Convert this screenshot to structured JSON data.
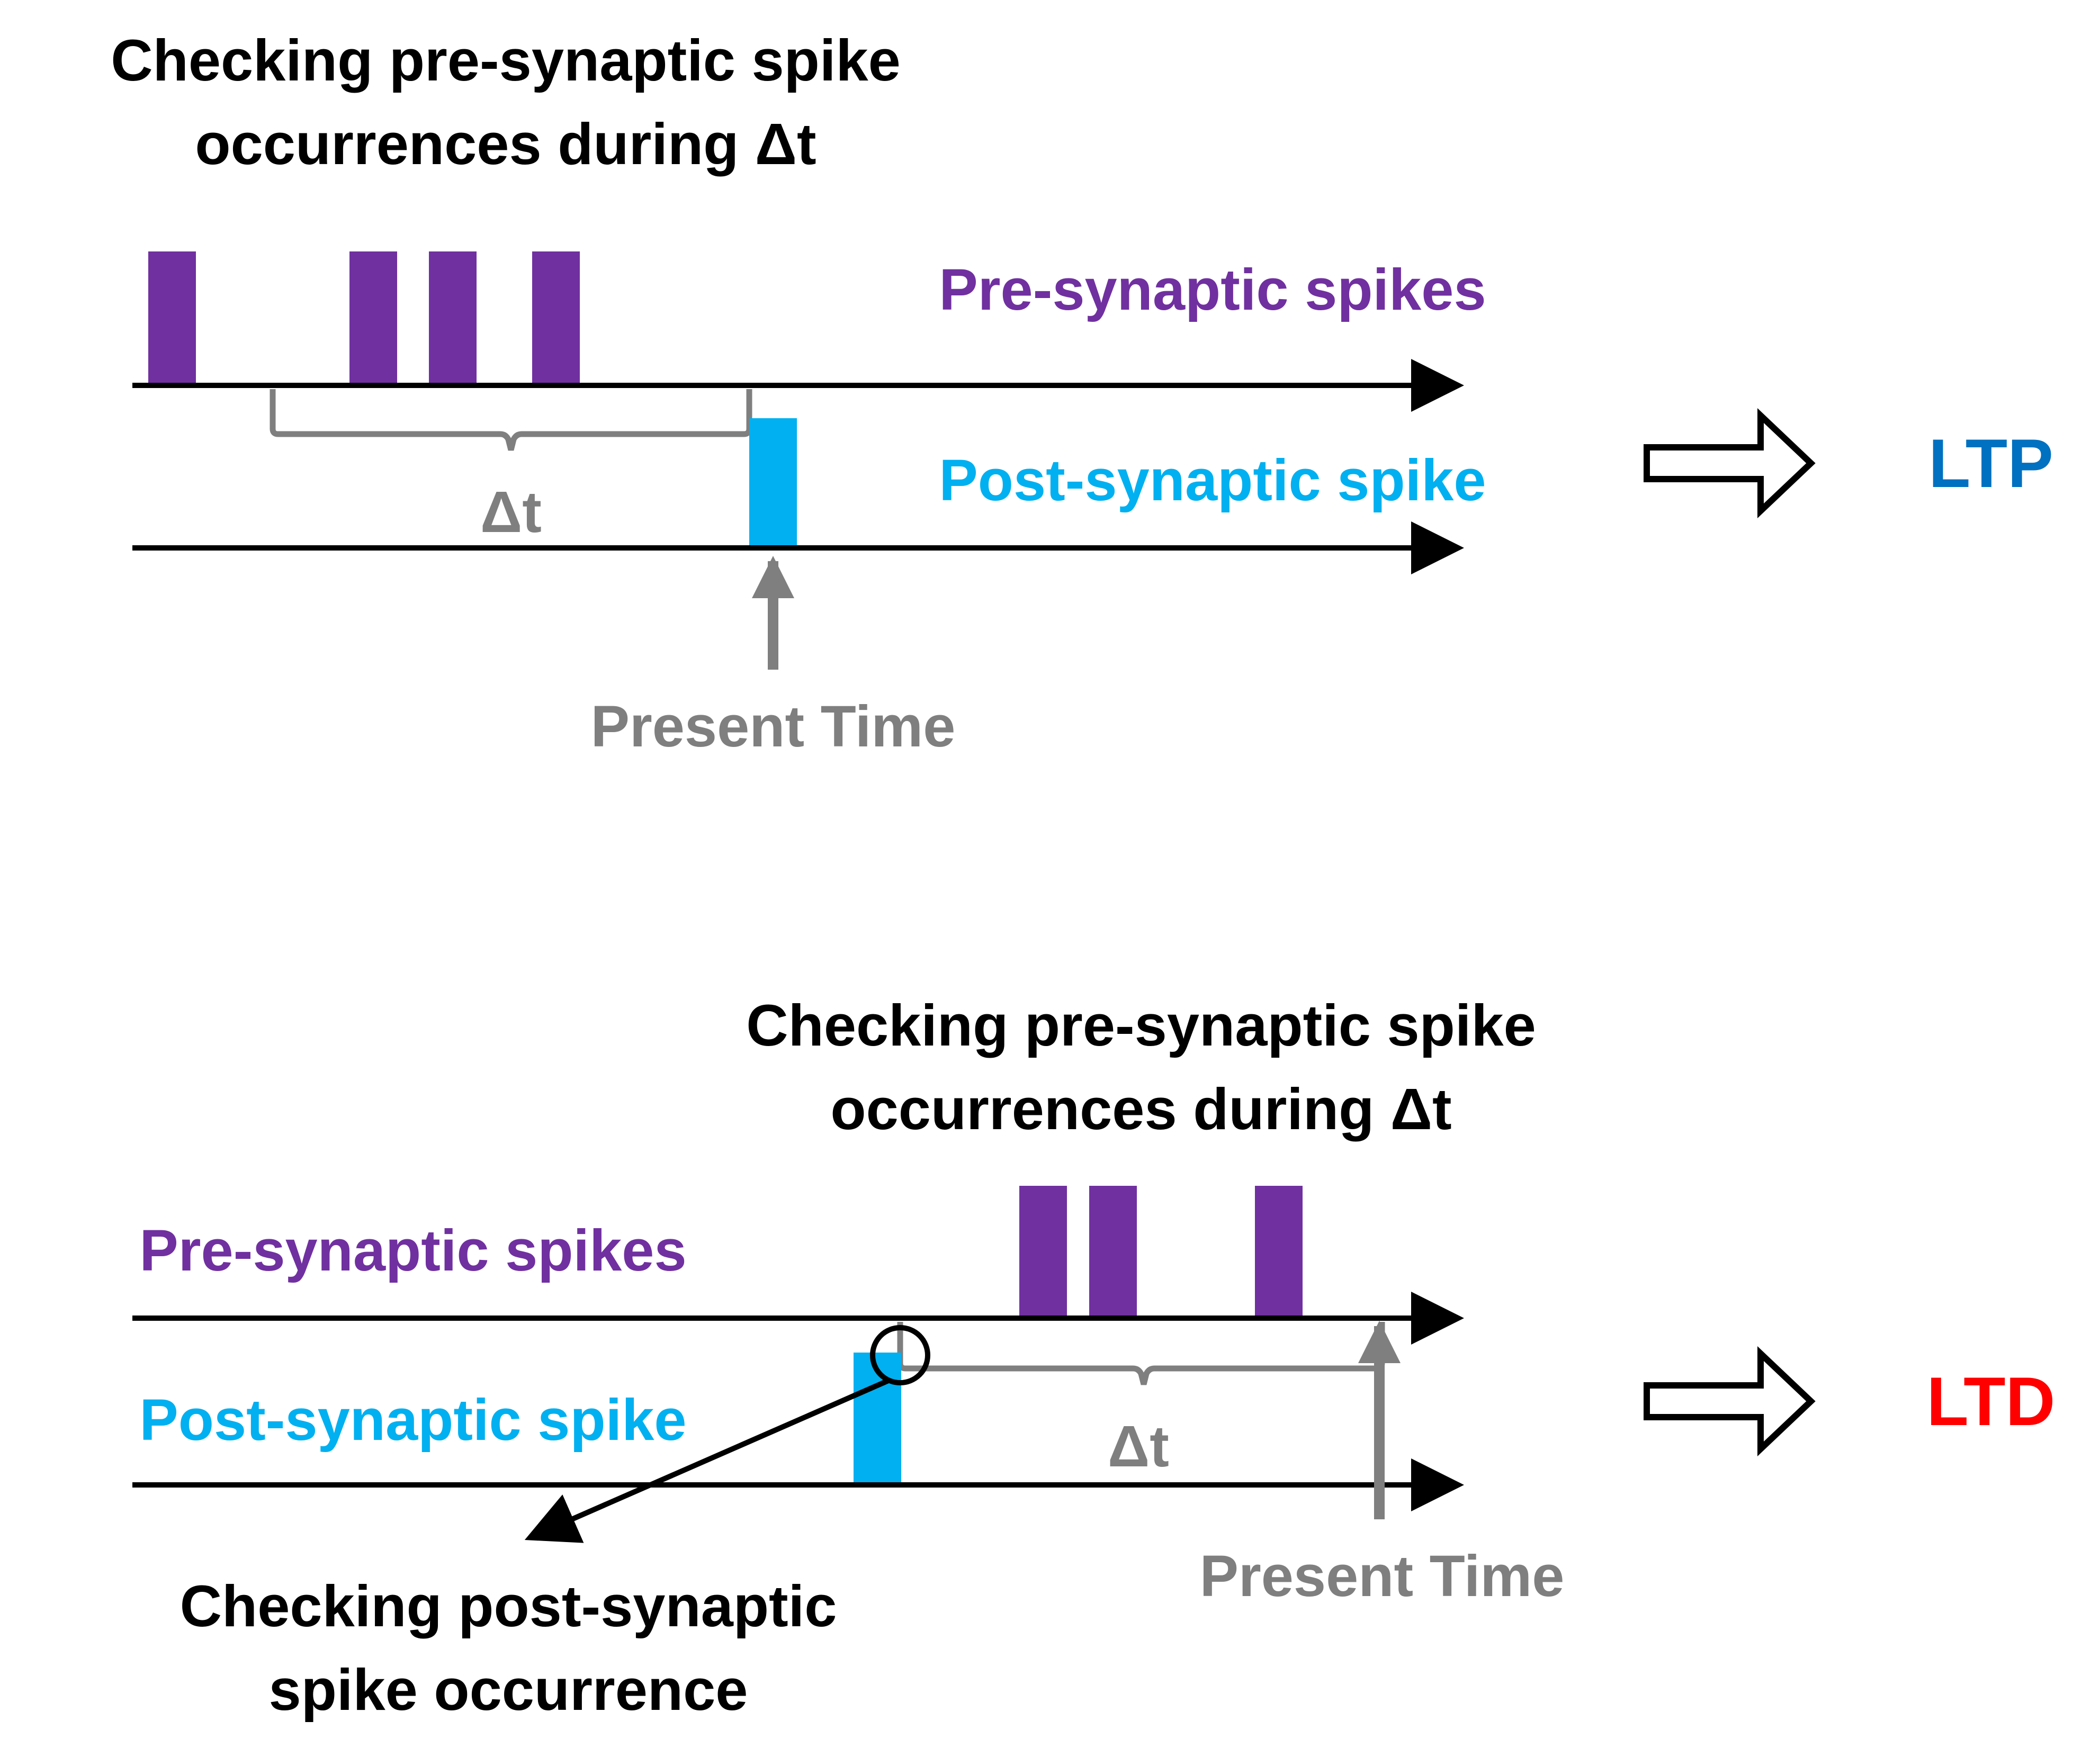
{
  "colors": {
    "pre": "#7030A0",
    "post": "#00B0F0",
    "axis": "#000000",
    "gray": "#7F7F7F",
    "ltp": "#0070C0",
    "ltd": "#FF0000"
  },
  "ltp_panel": {
    "heading_line1": "Checking pre-synaptic spike",
    "heading_line2": "occurrences during Δt",
    "pre_label": "Pre-synaptic spikes",
    "post_label": "Post-synaptic spike",
    "delta_label": "Δt",
    "present_label": "Present Time",
    "result": "LTP"
  },
  "ltd_panel": {
    "heading_line1": "Checking pre-synaptic spike",
    "heading_line2": "occurrences during Δt",
    "pre_label": "Pre-synaptic spikes",
    "post_label": "Post-synaptic spike",
    "delta_label": "Δt",
    "present_label": "Present Time",
    "post_check_line1": "Checking post-synaptic",
    "post_check_line2": "spike occurrence",
    "result": "LTD"
  }
}
